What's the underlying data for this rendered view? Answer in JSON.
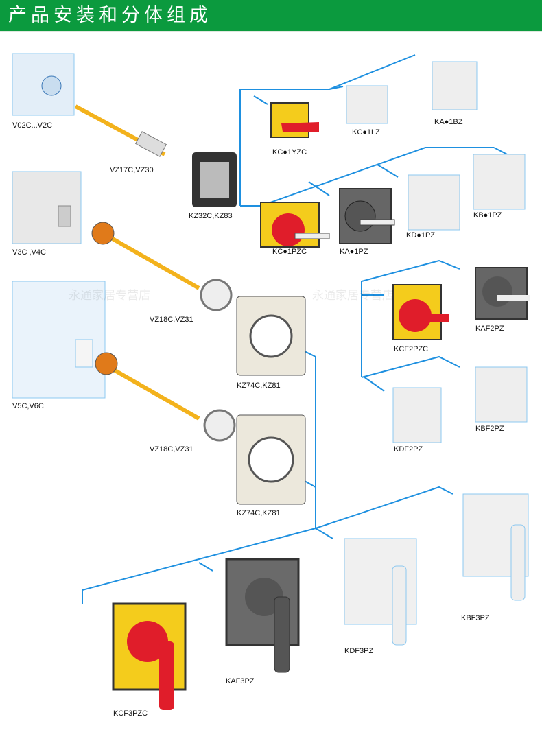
{
  "header": {
    "title": "产品安装和分体组成"
  },
  "watermark": {
    "text": "永通家居专营店"
  },
  "colors": {
    "header": "#0b9a3e",
    "connector": "#1e90e0",
    "yellow": "#f4cc1c",
    "red": "#e01d2a",
    "dark_gray": "#666666",
    "light_outline": "#8cc8f0"
  },
  "labels": {
    "switch_small": "V02C...V2C",
    "shaft_small": "VZ17C,VZ30",
    "frame_small": "KZ32C,KZ83",
    "kc1yzc": "KC●1YZC",
    "kc1lz": "KC●1LZ",
    "ka1bz": "KA●1BZ",
    "switch_mid": "V3C ,V4C",
    "kc1pzc": "KC●1PZC",
    "ka1pz": "KA●1PZ",
    "kd1pz": "KD●1PZ",
    "kb1pz": "KB●1PZ",
    "shaft_mid": "VZ18C,VZ31",
    "kcf2pzc": "KCF2PZC",
    "kaf2pz": "KAF2PZ",
    "frame_mid": "KZ74C,KZ81",
    "switch_large": "V5C,V6C",
    "kdf2pz": "KDF2PZ",
    "kbf2pz": "KBF2PZ",
    "shaft_large": "VZ18C,VZ31",
    "frame_large": "KZ74C,KZ81",
    "kbf3pz": "KBF3PZ",
    "kdf3pz": "KDF3PZ",
    "kaf3pz": "KAF3PZ",
    "kcf3pzc": "KCF3PZC"
  }
}
